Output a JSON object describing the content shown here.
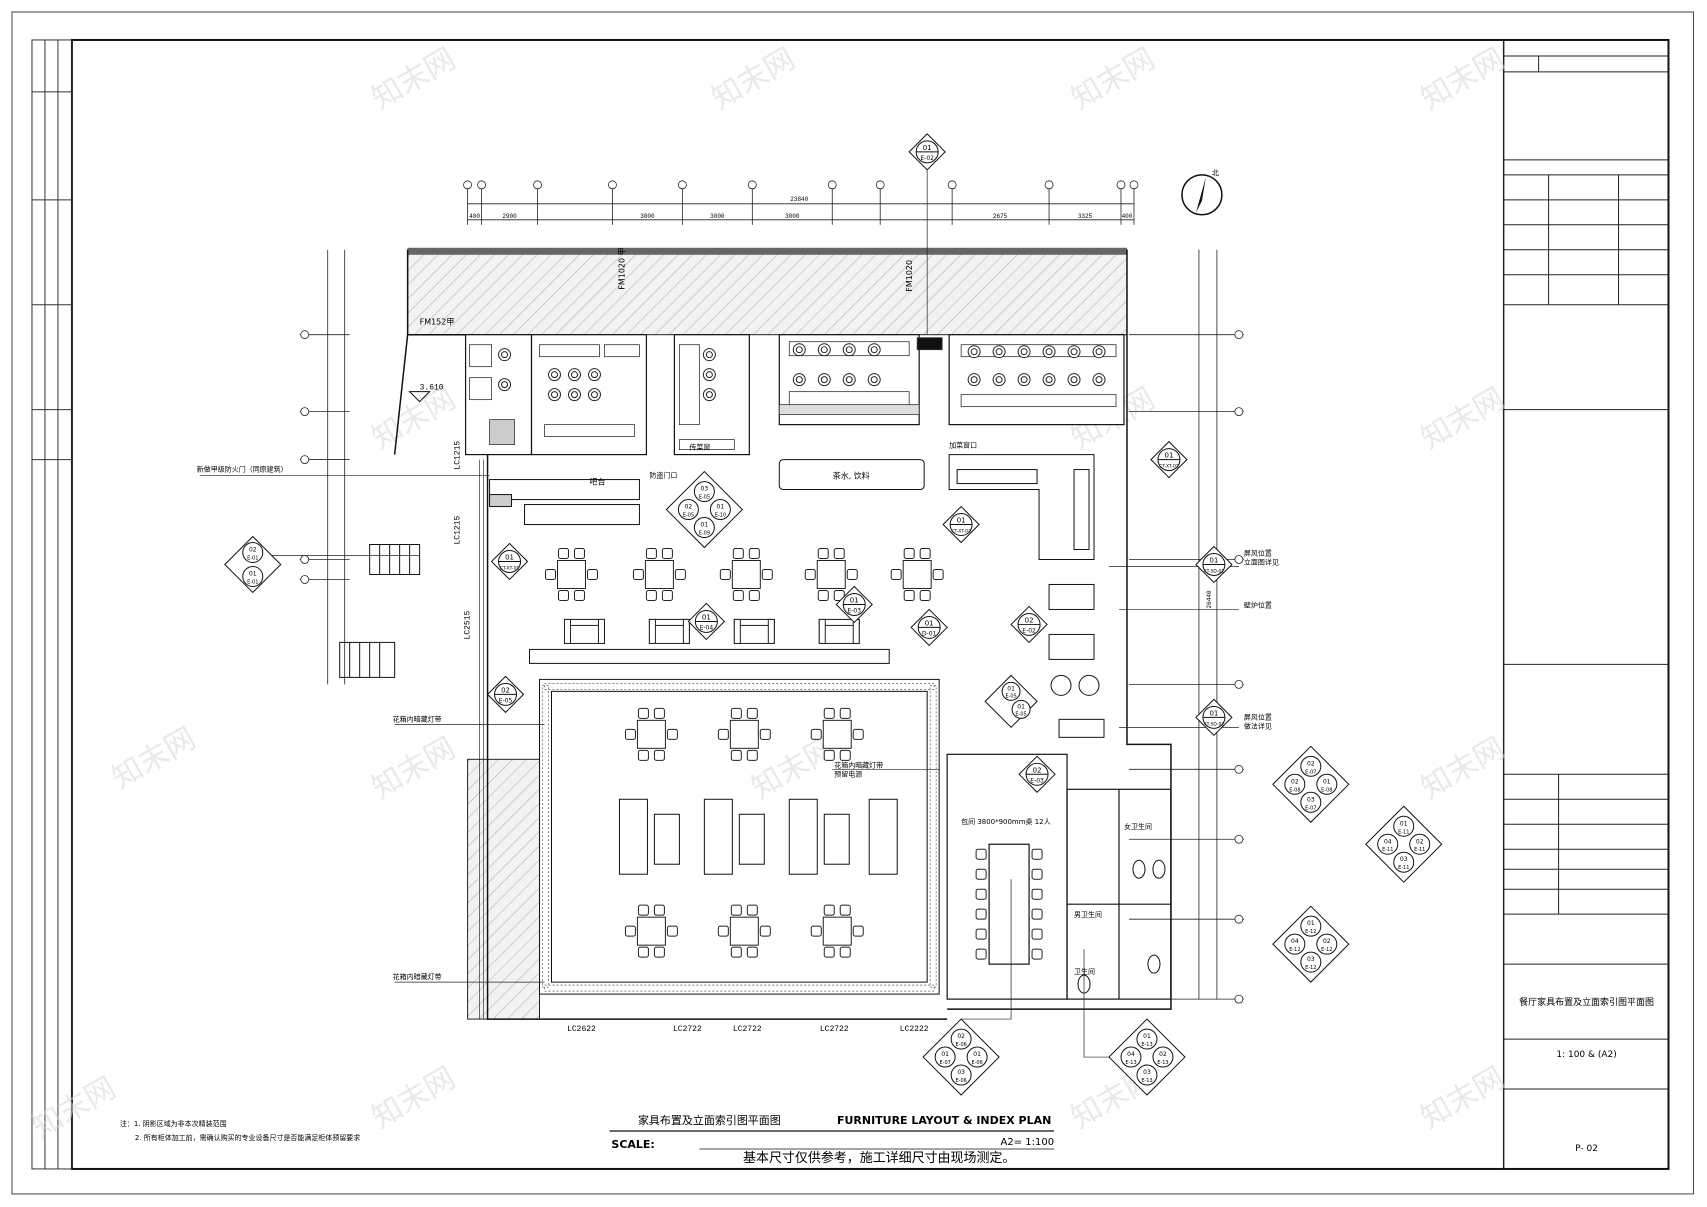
{
  "title_cn": "家具布置及立面索引图平面图",
  "title_en": "FURNITURE LAYOUT &  INDEX PLAN",
  "scale_label": "SCALE:",
  "scale_value": "A2= 1:100",
  "disclaimer": "基本尺寸仅供参考，施工详细尺寸由现场测定。",
  "notes": [
    "注：1. 阴影区域为非本次精装范围",
    "2. 所有柜体加工前，需确认购买的专业设备尺寸是否能满足柜体预留要求"
  ],
  "titleblock": {
    "sheet_name": "餐厅家具布置及立面索引图平面图",
    "scale": "1: 100 & (A2)",
    "sheet_no": "P- 02"
  },
  "overall_dim": "23840",
  "top_dims": [
    "400",
    "2900",
    "3000",
    "3000",
    "3000",
    "2675",
    "3325",
    "400"
  ],
  "right_total_dim": "26440",
  "room_labels": {
    "door1": "FM1020 甲",
    "door2": "FM1020",
    "door3": "FM152甲",
    "level": "3.610",
    "fire_door": "新做甲级防火门（同原建筑）",
    "bar": "吧台",
    "tea": "茶水, 饮料",
    "pass1": "防盗门口",
    "pass2": "加菜窗口",
    "window_note": "传菜窗",
    "screen1": "屏风位置\n立面图详见",
    "fireplace": "壁炉位置",
    "screen2": "屏风位置\n做法详见",
    "flower1": "花箱内暗藏灯带",
    "flower2": "花箱内暗藏灯带",
    "flower3": "花箱内暗藏灯带\n预留电源",
    "private_room": "包间  3800*900mm桌  12人",
    "female_wc": "女卫生间",
    "male_wc": "男卫生间",
    "wc": "卫生间"
  },
  "window_labels": [
    "LC2622",
    "LC2722",
    "LC2722",
    "LC2722",
    "LC2222"
  ],
  "side_windows": [
    "LC1215",
    "LC1215",
    "LC2515"
  ],
  "index_refs": {
    "north": {
      "a": "01",
      "b": "E-02"
    },
    "left": {
      "a": "02",
      "b": "E-01",
      "c": "01",
      "d": "E-01"
    },
    "bar": {
      "a": "03",
      "b": "E-05",
      "c": "02",
      "d": "E-05",
      "e": "01",
      "f": "E-10",
      "g": "01",
      "h": "E-09"
    },
    "c1": {
      "a": "01",
      "b": "CT-XT-01"
    },
    "c2": {
      "a": "01",
      "b": "CT-XT-02"
    },
    "c3": {
      "a": "01",
      "b": "CT-XT-03"
    },
    "c4": {
      "a": "01",
      "b": "XT-SD-01"
    },
    "c5": {
      "a": "01",
      "b": "XT-SD-02"
    },
    "d1": {
      "a": "01",
      "b": "E-04"
    },
    "d2": {
      "a": "01",
      "b": "E-03"
    },
    "d3": {
      "a": "01",
      "b": "D-01"
    },
    "d4": {
      "a": "02",
      "b": "E-02"
    },
    "d5": {
      "a": "02",
      "b": "E-05"
    },
    "d6": {
      "a": "01",
      "b": "E-05",
      "c": "01",
      "d": "E-05"
    },
    "d7": {
      "a": "02",
      "b": "E-03"
    },
    "r1": {
      "a": "02",
      "b": "E-07",
      "c": "02",
      "d": "E-08",
      "e": "01",
      "f": "E-08",
      "g": "03",
      "h": "E-07"
    },
    "r2": {
      "a": "01",
      "b": "E-11",
      "c": "04",
      "d": "E-11",
      "e": "02",
      "f": "E-11",
      "g": "03",
      "h": "E-11"
    },
    "r3": {
      "a": "01",
      "b": "E-12",
      "c": "04",
      "d": "E-12",
      "e": "02",
      "f": "E-12",
      "g": "03",
      "h": "E-12"
    },
    "b1": {
      "a": "02",
      "b": "E-06",
      "c": "01",
      "d": "E-07",
      "e": "01",
      "f": "E-06",
      "g": "03",
      "h": "E-06"
    },
    "b2": {
      "a": "01",
      "b": "E-13",
      "c": "04",
      "d": "E-13",
      "e": "02",
      "f": "E-13",
      "g": "03",
      "h": "E-13"
    }
  },
  "watermark": "知末网"
}
